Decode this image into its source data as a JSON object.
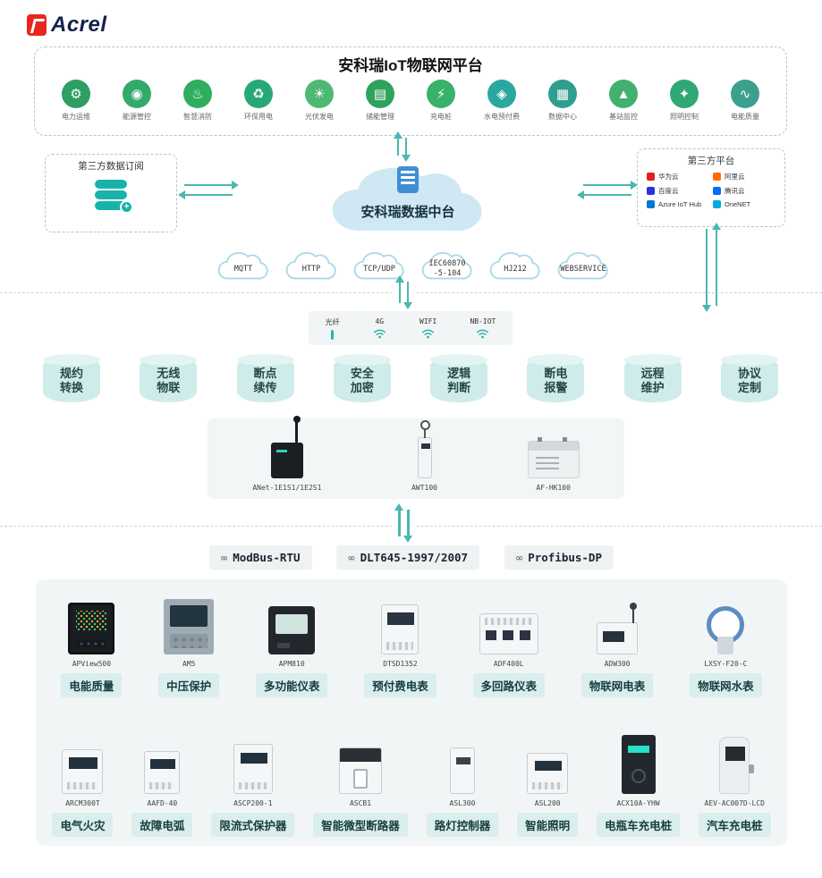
{
  "logo": {
    "brand": "Acrel"
  },
  "platform": {
    "title": "安科瑞IoT物联网平台",
    "apps": [
      {
        "label": "电力运维",
        "glyph": "⚙",
        "color": "#2e9e63"
      },
      {
        "label": "能源管控",
        "glyph": "◉",
        "color": "#34a96c"
      },
      {
        "label": "智慧消防",
        "glyph": "♨",
        "color": "#2fae60"
      },
      {
        "label": "环保用电",
        "glyph": "♻",
        "color": "#27a877"
      },
      {
        "label": "光伏发电",
        "glyph": "☀",
        "color": "#4db973"
      },
      {
        "label": "储能管理",
        "glyph": "▤",
        "color": "#2fa35c"
      },
      {
        "label": "充电桩",
        "glyph": "⚡",
        "color": "#38b26a"
      },
      {
        "label": "水电预付费",
        "glyph": "◈",
        "color": "#2aa8a0"
      },
      {
        "label": "数据中心",
        "glyph": "▦",
        "color": "#2f9e8e"
      },
      {
        "label": "基站监控",
        "glyph": "▲",
        "color": "#43b071"
      },
      {
        "label": "照明控制",
        "glyph": "✦",
        "color": "#2fa874"
      },
      {
        "label": "电能质量",
        "glyph": "∿",
        "color": "#3da08f"
      }
    ]
  },
  "integration": {
    "left_box": {
      "title": "第三方数据订阅"
    },
    "cloud": {
      "title": "安科瑞数据中台"
    },
    "right_box": {
      "title": "第三方平台",
      "vendors": [
        {
          "name": "华为云",
          "color": "#e02020"
        },
        {
          "name": "阿里云",
          "color": "#ff6a00"
        },
        {
          "name": "百度云",
          "color": "#2932e1"
        },
        {
          "name": "腾讯云",
          "color": "#006eff"
        },
        {
          "name": "Azure IoT Hub",
          "color": "#0078d4"
        },
        {
          "name": "OneNET",
          "color": "#00a9e0"
        }
      ]
    }
  },
  "transport": [
    {
      "line1": "MQTT",
      "line2": ""
    },
    {
      "line1": "HTTP",
      "line2": ""
    },
    {
      "line1": "TCP/UDP",
      "line2": ""
    },
    {
      "line1": "IEC60870",
      "line2": "-5-104"
    },
    {
      "line1": "HJ212",
      "line2": ""
    },
    {
      "line1": "WEBSERVICE",
      "line2": ""
    }
  ],
  "networks": [
    {
      "label": "光纤"
    },
    {
      "label": "4G"
    },
    {
      "label": "WIFI"
    },
    {
      "label": "NB-IOT"
    }
  ],
  "features": [
    {
      "line1": "规约",
      "line2": "转换"
    },
    {
      "line1": "无线",
      "line2": "物联"
    },
    {
      "line1": "断点",
      "line2": "续传"
    },
    {
      "line1": "安全",
      "line2": "加密"
    },
    {
      "line1": "逻辑",
      "line2": "判断"
    },
    {
      "line1": "断电",
      "line2": "报警"
    },
    {
      "line1": "远程",
      "line2": "维护"
    },
    {
      "line1": "协议",
      "line2": "定制"
    }
  ],
  "gateways": [
    {
      "model": "ANet-1E1S1/1E2S1"
    },
    {
      "model": "AWT100"
    },
    {
      "model": "AF-HK100"
    }
  ],
  "buses": [
    {
      "label": "ModBus-RTU"
    },
    {
      "label": "DLT645-1997/2007"
    },
    {
      "label": "Profibus-DP"
    }
  ],
  "devices_row1": [
    {
      "model": "APView500",
      "category": "电能质量"
    },
    {
      "model": "AM5",
      "category": "中压保护"
    },
    {
      "model": "APM810",
      "category": "多功能仪表"
    },
    {
      "model": "DTSD1352",
      "category": "预付费电表"
    },
    {
      "model": "ADF400L",
      "category": "多回路仪表"
    },
    {
      "model": "ADW300",
      "category": "物联网电表"
    },
    {
      "model": "LXSY-F20-C",
      "category": "物联网水表"
    }
  ],
  "devices_row2": [
    {
      "model": "ARCM300T",
      "category": "电气火灾"
    },
    {
      "model": "AAFD-40",
      "category": "故障电弧"
    },
    {
      "model": "ASCP200-1",
      "category": "限流式保护器"
    },
    {
      "model": "ASCB1",
      "category": "智能微型断路器"
    },
    {
      "model": "ASL300",
      "category": "路灯控制器"
    },
    {
      "model": "ASL200",
      "category": "智能照明"
    },
    {
      "model": "ACX10A-YHW",
      "category": "电瓶车充电桩"
    },
    {
      "model": "AEV-AC007D-LCD",
      "category": "汽车充电桩"
    }
  ],
  "icons": {
    "plus": "+",
    "link": "∞"
  }
}
